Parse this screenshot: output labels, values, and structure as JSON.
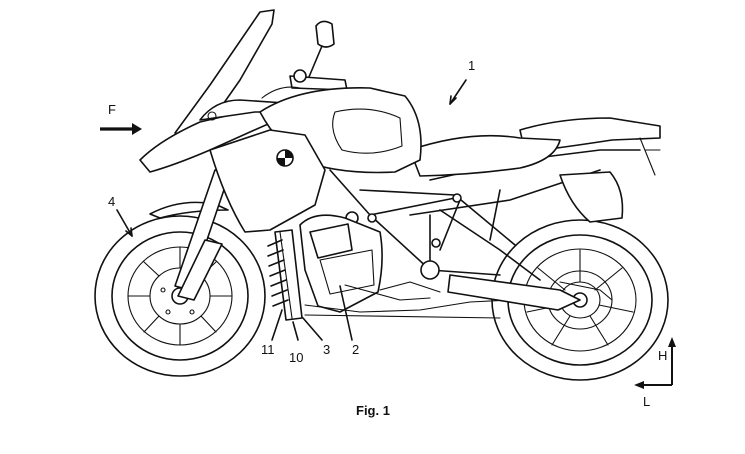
{
  "figure": {
    "caption": "Fig. 1",
    "reference_labels": {
      "motorcycle": "1",
      "engine": "2",
      "part_3": "3",
      "front_wheel": "4",
      "part_10": "10",
      "part_11": "11"
    },
    "direction_labels": {
      "forward": "F",
      "height": "H",
      "length": "L"
    }
  }
}
